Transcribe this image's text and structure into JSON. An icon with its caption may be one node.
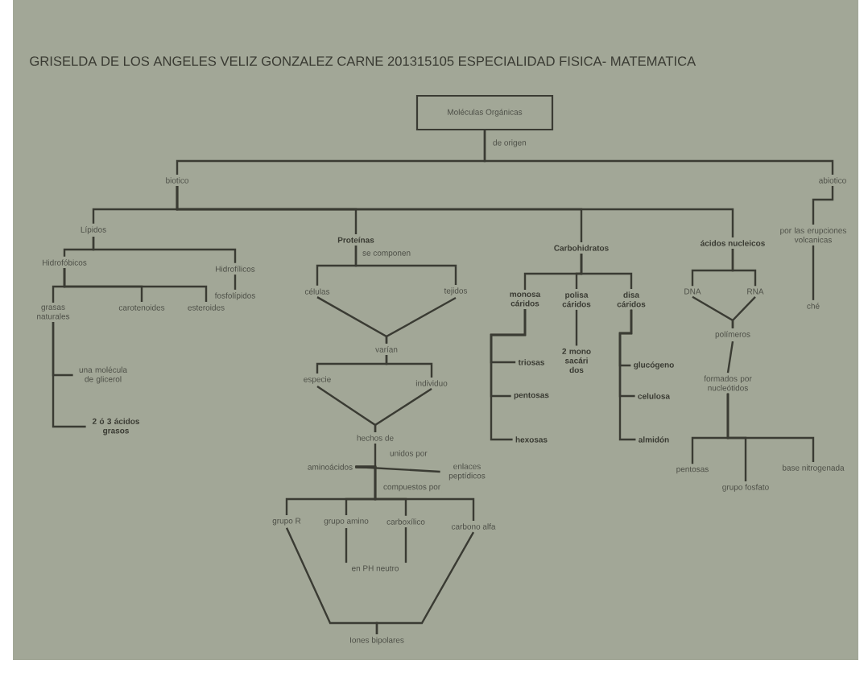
{
  "diagram": {
    "title": "GRISELDA DE LOS ANGELES VELIZ GONZALEZ  CARNE 201315105   ESPECIALIDAD FISICA- MATEMATICA",
    "nodes": [
      {
        "text": [
          "Moléculas Orgánicas"
        ]
      },
      {
        "text": [
          "biotico"
        ]
      },
      {
        "text": [
          "abiotico"
        ]
      },
      {
        "text": [
          "Lípidos"
        ]
      },
      {
        "text": [
          "Proteínas"
        ]
      },
      {
        "text": [
          "Carbohidratos"
        ]
      },
      {
        "text": [
          "ácidos nucleicos"
        ]
      },
      {
        "text": [
          "por las erupciones volcanicas"
        ]
      },
      {
        "text": [
          "ché"
        ]
      },
      {
        "text": [
          "Hidrofóbicos"
        ]
      },
      {
        "text": [
          "Hidrofílicos"
        ]
      },
      {
        "text": [
          "grasas naturales"
        ]
      },
      {
        "text": [
          "carotenoides"
        ]
      },
      {
        "text": [
          "esteroides"
        ]
      },
      {
        "text": [
          "fosfolípidos"
        ]
      },
      {
        "text": [
          "una molécula de glicerol"
        ]
      },
      {
        "text": [
          "2 ó 3 ácidos grasos"
        ]
      },
      {
        "text": [
          "células"
        ]
      },
      {
        "text": [
          "tejidos"
        ]
      },
      {
        "text": [
          "varían"
        ]
      },
      {
        "text": [
          "especie"
        ]
      },
      {
        "text": [
          "individuo"
        ]
      },
      {
        "text": [
          "hechos de"
        ]
      },
      {
        "text": [
          "aminoácidos"
        ]
      },
      {
        "text": [
          "enlaces peptídicos"
        ]
      },
      {
        "text": [
          "grupo R"
        ]
      },
      {
        "text": [
          "grupo amino"
        ]
      },
      {
        "text": [
          "carboxílico"
        ]
      },
      {
        "text": [
          "carbono alfa"
        ]
      },
      {
        "text": [
          "en PH neutro"
        ]
      },
      {
        "text": [
          "Iones bipolares"
        ]
      },
      {
        "text": [
          "monosa cáridos"
        ]
      },
      {
        "text": [
          "polisa cáridos"
        ]
      },
      {
        "text": [
          "disa cáridos"
        ]
      },
      {
        "text": [
          "triosas"
        ]
      },
      {
        "text": [
          "pentosas"
        ]
      },
      {
        "text": [
          "hexosas"
        ]
      },
      {
        "text": [
          "2 mono sacári dos"
        ]
      },
      {
        "text": [
          "glucógeno"
        ]
      },
      {
        "text": [
          "celulosa"
        ]
      },
      {
        "text": [
          "almidón"
        ]
      },
      {
        "text": [
          "DNA"
        ]
      },
      {
        "text": [
          "RNA"
        ]
      },
      {
        "text": [
          "polímeros"
        ]
      },
      {
        "text": [
          "formados por nucleótidos"
        ]
      },
      {
        "text": [
          "pentosas"
        ]
      },
      {
        "text": [
          "grupo fosfato"
        ]
      },
      {
        "text": [
          "base nitrogenada"
        ]
      }
    ],
    "edges": [
      {
        "from": 0,
        "to": 1,
        "arrow": "none",
        "label": "de origen"
      },
      {
        "from": 0,
        "to": 2,
        "arrow": "none"
      },
      {
        "from": 1,
        "to": 3,
        "arrow": "none"
      },
      {
        "from": 1,
        "to": 4,
        "arrow": "none"
      },
      {
        "from": 1,
        "to": 5,
        "arrow": "none"
      },
      {
        "from": 1,
        "to": 6,
        "arrow": "none"
      },
      {
        "from": 2,
        "to": 7,
        "arrow": "none"
      },
      {
        "from": 7,
        "to": 8,
        "arrow": "none"
      },
      {
        "from": 3,
        "to": 9,
        "arrow": "none"
      },
      {
        "from": 3,
        "to": 10,
        "arrow": "none"
      },
      {
        "from": 9,
        "to": 11,
        "arrow": "none"
      },
      {
        "from": 9,
        "to": 12,
        "arrow": "none"
      },
      {
        "from": 9,
        "to": 13,
        "arrow": "none"
      },
      {
        "from": 10,
        "to": 14,
        "arrow": "none"
      },
      {
        "from": 11,
        "to": 15,
        "arrow": "none"
      },
      {
        "from": 11,
        "to": 16,
        "arrow": "none"
      },
      {
        "from": 4,
        "to": 17,
        "arrow": "none",
        "label": "se componen"
      },
      {
        "from": 4,
        "to": 18,
        "arrow": "none"
      },
      {
        "from": 17,
        "to": 19,
        "arrow": "none"
      },
      {
        "from": 18,
        "to": 19,
        "arrow": "none"
      },
      {
        "from": 19,
        "to": 20,
        "arrow": "none"
      },
      {
        "from": 19,
        "to": 21,
        "arrow": "none"
      },
      {
        "from": 20,
        "to": 22,
        "arrow": "none"
      },
      {
        "from": 21,
        "to": 22,
        "arrow": "none"
      },
      {
        "from": 22,
        "to": 23,
        "arrow": "none"
      },
      {
        "from": 23,
        "to": 24,
        "arrow": "none",
        "label": "unidos por"
      },
      {
        "from": 23,
        "to": 25,
        "arrow": "none"
      },
      {
        "from": 23,
        "to": 26,
        "arrow": "none"
      },
      {
        "from": 23,
        "to": 27,
        "arrow": "none"
      },
      {
        "from": 23,
        "to": 28,
        "arrow": "none",
        "label": "compuestos por"
      },
      {
        "from": 26,
        "to": 29,
        "arrow": "none"
      },
      {
        "from": 27,
        "to": 29,
        "arrow": "none"
      },
      {
        "from": 25,
        "to": 30,
        "arrow": "none"
      },
      {
        "from": 28,
        "to": 30,
        "arrow": "none"
      },
      {
        "from": 5,
        "to": 31,
        "arrow": "none"
      },
      {
        "from": 5,
        "to": 32,
        "arrow": "none"
      },
      {
        "from": 5,
        "to": 33,
        "arrow": "none"
      },
      {
        "from": 31,
        "to": 34,
        "arrow": "none"
      },
      {
        "from": 31,
        "to": 35,
        "arrow": "none"
      },
      {
        "from": 31,
        "to": 36,
        "arrow": "none"
      },
      {
        "from": 32,
        "to": 37,
        "arrow": "none"
      },
      {
        "from": 33,
        "to": 38,
        "arrow": "none"
      },
      {
        "from": 33,
        "to": 39,
        "arrow": "none"
      },
      {
        "from": 33,
        "to": 40,
        "arrow": "none"
      },
      {
        "from": 6,
        "to": 41,
        "arrow": "none"
      },
      {
        "from": 6,
        "to": 42,
        "arrow": "none"
      },
      {
        "from": 41,
        "to": 43,
        "arrow": "none"
      },
      {
        "from": 42,
        "to": 43,
        "arrow": "none"
      },
      {
        "from": 43,
        "to": 44,
        "arrow": "none"
      },
      {
        "from": 44,
        "to": 45,
        "arrow": "none"
      },
      {
        "from": 44,
        "to": 46,
        "arrow": "none"
      },
      {
        "from": 44,
        "to": 47,
        "arrow": "none"
      }
    ]
  }
}
